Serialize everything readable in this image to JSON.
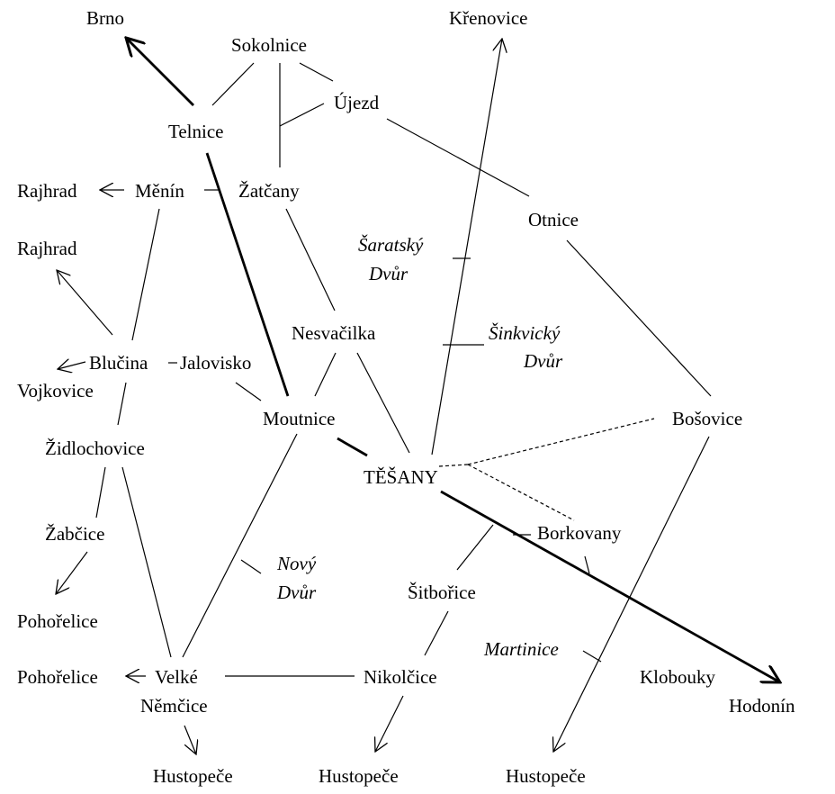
{
  "places": {
    "brno": "Brno",
    "krenovice": "Křenovice",
    "sokolnice": "Sokolnice",
    "ujezd": "Újezd",
    "telnice": "Telnice",
    "rajhrad_1": "Rajhrad",
    "menin": "Měnín",
    "zatcany": "Žatčany",
    "otnice": "Otnice",
    "saratsky_dvur_1": "Šaratský",
    "saratsky_dvur_2": "Dvůr",
    "rajhrad_2": "Rajhrad",
    "nesvacilka": "Nesvačilka",
    "sinkvicky_dvur_1": "Šinkvický",
    "sinkvicky_dvur_2": "Dvůr",
    "blucina": "Blučina",
    "jalovisko": "Jalovisko",
    "vojkovice": "Vojkovice",
    "moutnice": "Moutnice",
    "bosovice": "Bošovice",
    "zidlochovice": "Židlochovice",
    "tesany": "TĚŠANY",
    "borkovany": "Borkovany",
    "zabcice": "Žabčice",
    "novy_dvur_1": "Nový",
    "novy_dvur_2": "Dvůr",
    "sitborice": "Šitbořice",
    "pohorelice_1": "Pohořelice",
    "martinice": "Martinice",
    "pohorelice_2": "Pohořelice",
    "velke_nemcice_1": "Velké",
    "velke_nemcice_2": "Němčice",
    "nikolcice": "Nikolčice",
    "klobouky": "Klobouky",
    "hodonin": "Hodonín",
    "hustopece_1": "Hustopeče",
    "hustopece_2": "Hustopeče",
    "hustopece_3": "Hustopeče"
  }
}
